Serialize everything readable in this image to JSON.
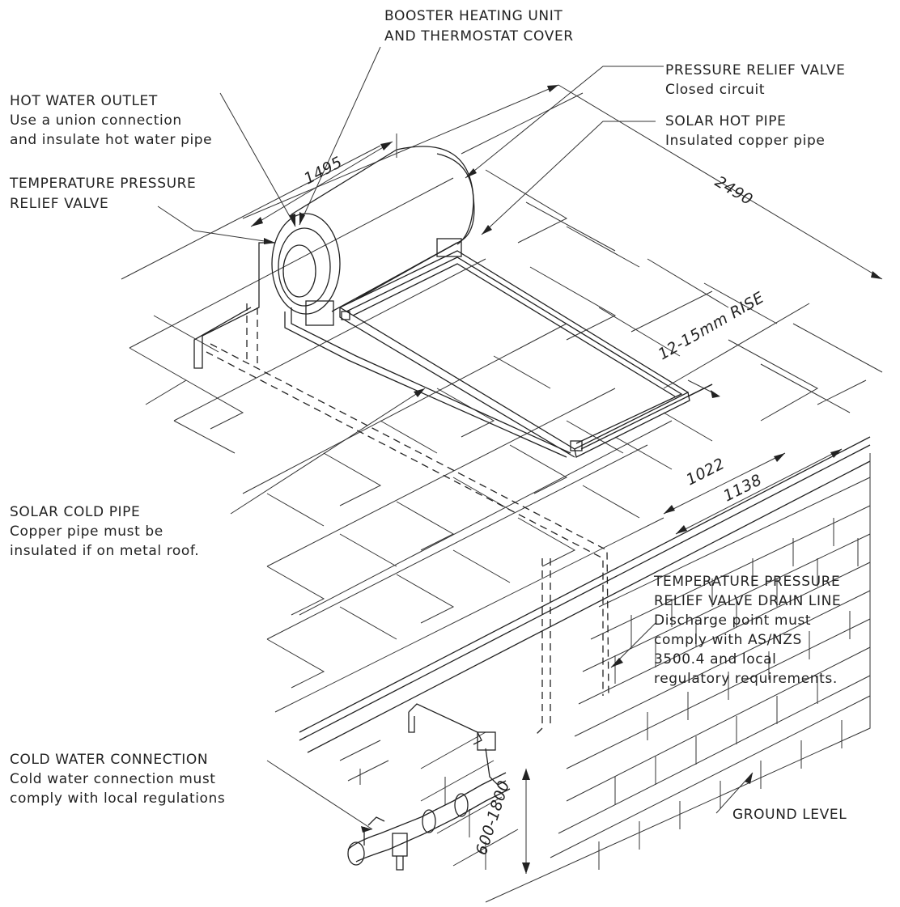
{
  "labels": {
    "booster": [
      "BOOSTER HEATING UNIT",
      "AND THERMOSTAT COVER"
    ],
    "pressure_relief": [
      "PRESSURE RELIEF VALVE",
      "Closed circuit"
    ],
    "hot_outlet": [
      "HOT WATER OUTLET",
      "Use a union connection",
      "and insulate hot water pipe"
    ],
    "solar_hot": [
      "SOLAR HOT PIPE",
      "Insulated copper pipe"
    ],
    "tpr_valve": [
      "TEMPERATURE PRESSURE",
      "RELIEF VALVE"
    ],
    "solar_cold": [
      "SOLAR COLD PIPE",
      "Copper pipe must be",
      "insulated if on metal roof."
    ],
    "tpr_drain": [
      "TEMPERATURE PRESSURE",
      "RELIEF VALVE DRAIN LINE",
      "Discharge point must",
      "comply with AS/NZS",
      "3500.4 and local",
      "regulatory requirements."
    ],
    "cold_conn": [
      "COLD WATER CONNECTION",
      "Cold water connection must",
      "comply with local regulations"
    ],
    "ground": "GROUND LEVEL"
  },
  "dimensions": {
    "tank_length": "1495",
    "overall_length": "2490",
    "rise": "12-15mm RISE",
    "collector_width": "1022",
    "overall_width": "1138",
    "height_range": "600-1800"
  }
}
